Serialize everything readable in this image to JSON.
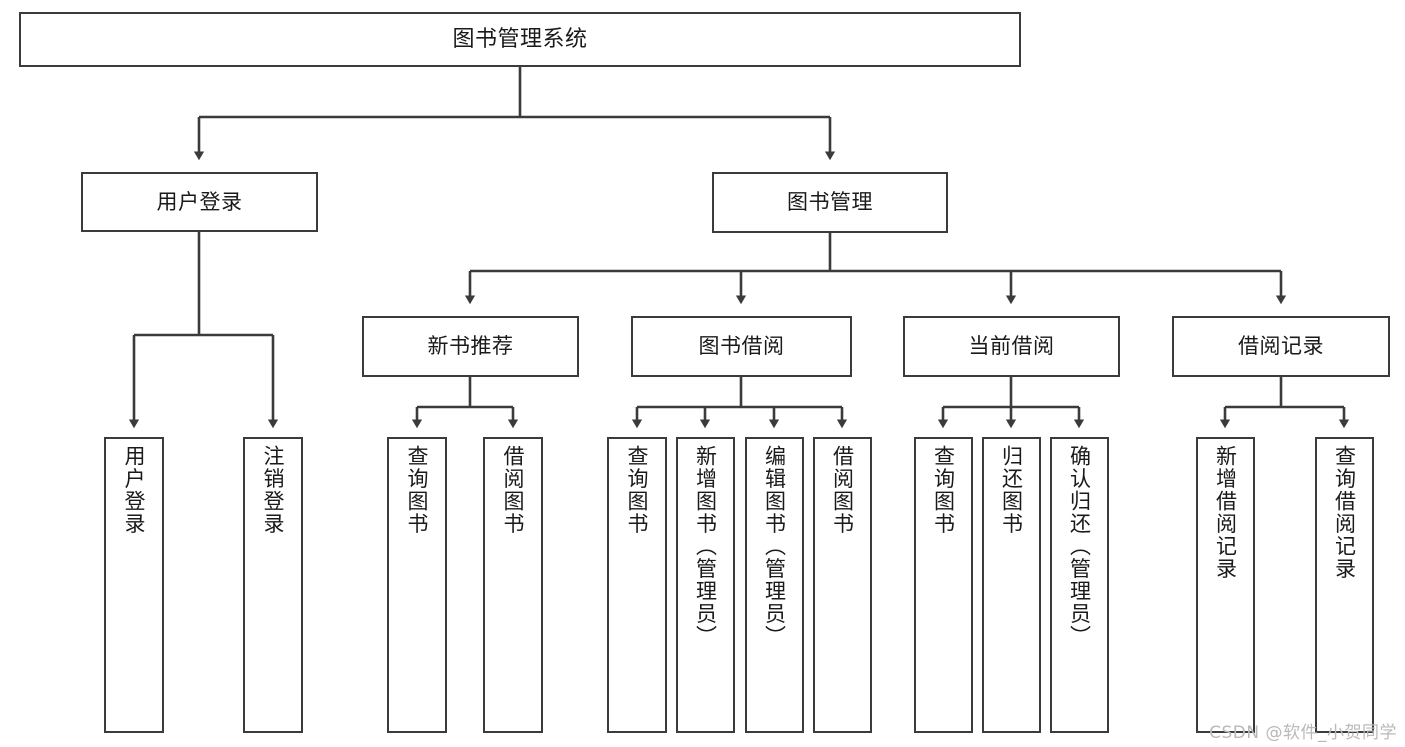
{
  "diagram": {
    "type": "tree",
    "title": "图书管理系统",
    "orientation": "top-down",
    "watermark": "CSDN @软件_小贺同学",
    "colors": {
      "stroke": "#3b3b3b",
      "fill": "#ffffff",
      "text": "#1a1a1a",
      "watermark": "#b9b9b9"
    },
    "nodes": {
      "root": {
        "label": "图书管理系统",
        "level": 0,
        "text_orientation": "horizontal"
      },
      "user_login": {
        "label": "用户登录",
        "level": 1,
        "text_orientation": "horizontal"
      },
      "book_manage": {
        "label": "图书管理",
        "level": 1,
        "text_orientation": "horizontal"
      },
      "new_book_rec": {
        "label": "新书推荐",
        "level": 2,
        "text_orientation": "horizontal"
      },
      "book_borrow": {
        "label": "图书借阅",
        "level": 2,
        "text_orientation": "horizontal"
      },
      "current_borrow": {
        "label": "当前借阅",
        "level": 2,
        "text_orientation": "horizontal"
      },
      "borrow_record": {
        "label": "借阅记录",
        "level": 2,
        "text_orientation": "horizontal"
      },
      "leaf_user_login": {
        "label": "用户登录",
        "level": 3,
        "text_orientation": "vertical"
      },
      "leaf_logout": {
        "label": "注销登录",
        "level": 3,
        "text_orientation": "vertical"
      },
      "leaf_query_book_1": {
        "label": "查询图书",
        "level": 3,
        "text_orientation": "vertical"
      },
      "leaf_borrow_book_1": {
        "label": "借阅图书",
        "level": 3,
        "text_orientation": "vertical"
      },
      "leaf_query_book_2": {
        "label": "查询图书",
        "level": 3,
        "text_orientation": "vertical"
      },
      "leaf_add_book": {
        "label": "新增图书（管理员）",
        "level": 3,
        "text_orientation": "vertical"
      },
      "leaf_edit_book": {
        "label": "编辑图书（管理员）",
        "level": 3,
        "text_orientation": "vertical"
      },
      "leaf_borrow_book_2": {
        "label": "借阅图书",
        "level": 3,
        "text_orientation": "vertical"
      },
      "leaf_query_book_3": {
        "label": "查询图书",
        "level": 3,
        "text_orientation": "vertical"
      },
      "leaf_return_book": {
        "label": "归还图书",
        "level": 3,
        "text_orientation": "vertical"
      },
      "leaf_confirm_return": {
        "label": "确认归还（管理员）",
        "level": 3,
        "text_orientation": "vertical"
      },
      "leaf_add_record": {
        "label": "新增借阅记录",
        "level": 3,
        "text_orientation": "vertical"
      },
      "leaf_query_record": {
        "label": "查询借阅记录",
        "level": 3,
        "text_orientation": "vertical"
      }
    },
    "edges": [
      {
        "from": "root",
        "to": "user_login"
      },
      {
        "from": "root",
        "to": "book_manage"
      },
      {
        "from": "user_login",
        "to": "leaf_user_login"
      },
      {
        "from": "user_login",
        "to": "leaf_logout"
      },
      {
        "from": "book_manage",
        "to": "new_book_rec"
      },
      {
        "from": "book_manage",
        "to": "book_borrow"
      },
      {
        "from": "book_manage",
        "to": "current_borrow"
      },
      {
        "from": "book_manage",
        "to": "borrow_record"
      },
      {
        "from": "new_book_rec",
        "to": "leaf_query_book_1"
      },
      {
        "from": "new_book_rec",
        "to": "leaf_borrow_book_1"
      },
      {
        "from": "book_borrow",
        "to": "leaf_query_book_2"
      },
      {
        "from": "book_borrow",
        "to": "leaf_add_book"
      },
      {
        "from": "book_borrow",
        "to": "leaf_edit_book"
      },
      {
        "from": "book_borrow",
        "to": "leaf_borrow_book_2"
      },
      {
        "from": "current_borrow",
        "to": "leaf_query_book_3"
      },
      {
        "from": "current_borrow",
        "to": "leaf_return_book"
      },
      {
        "from": "current_borrow",
        "to": "leaf_confirm_return"
      },
      {
        "from": "borrow_record",
        "to": "leaf_add_record"
      },
      {
        "from": "borrow_record",
        "to": "leaf_query_record"
      }
    ]
  }
}
